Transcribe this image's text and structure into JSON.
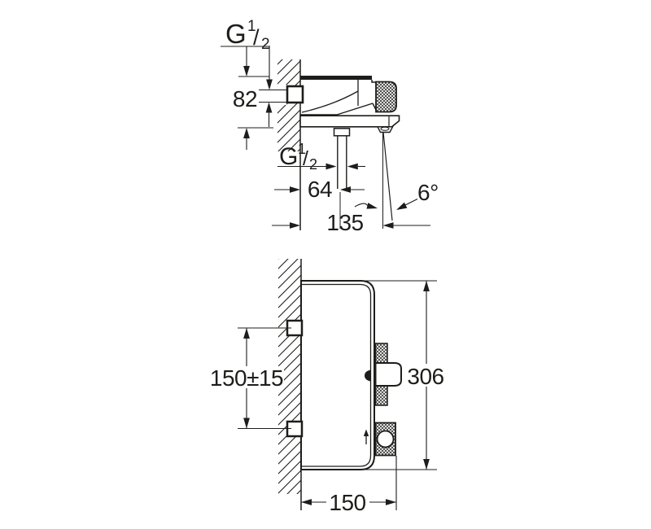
{
  "side_view": {
    "thread_inlet": {
      "letter": "G",
      "numerator": "1",
      "slash": "/",
      "denominator": "2"
    },
    "dim_body_height": "82",
    "thread_outlet": {
      "letter": "G",
      "numerator": "1",
      "slash": "/",
      "denominator": "2"
    },
    "dim_outlet_offset": "64",
    "dim_depth": "135",
    "spray_angle": "6°"
  },
  "front_view": {
    "dim_connection_spacing": "150±15",
    "dim_overall_height": "306",
    "dim_overall_width": "150"
  },
  "colors": {
    "line": "#1d1d1b",
    "background": "#ffffff"
  }
}
